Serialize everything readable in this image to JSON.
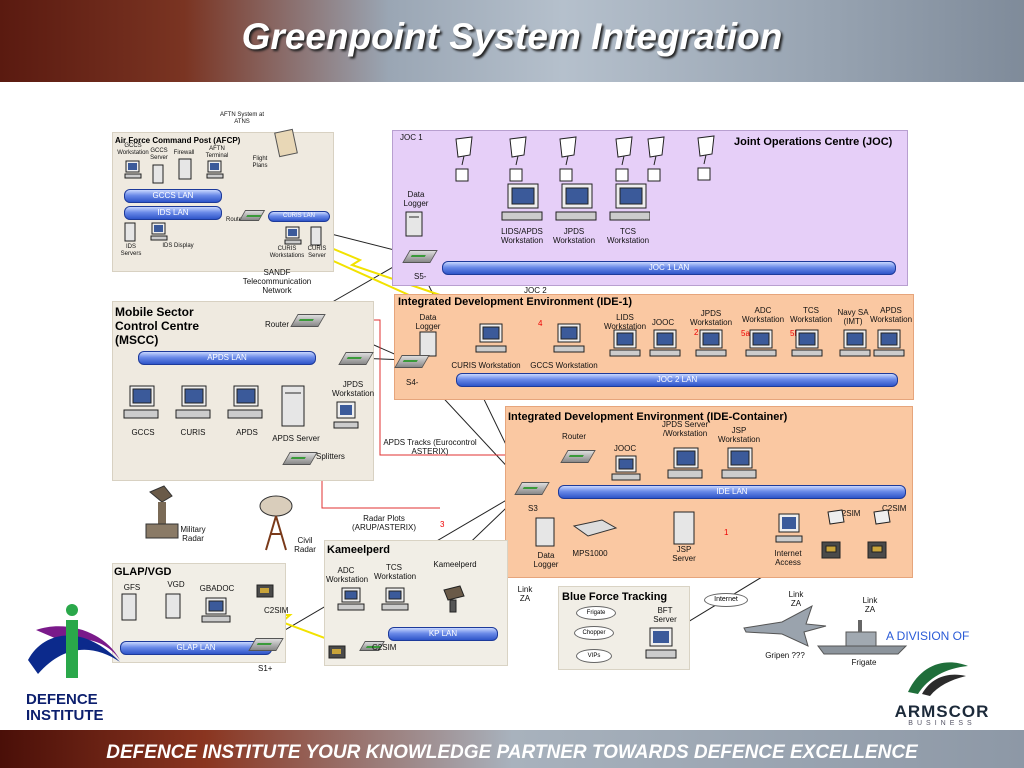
{
  "title": "Greenpoint System Integration",
  "footer": "DEFENCE INSTITUTE YOUR KNOWLEDGE PARTNER TOWARDS DEFENCE EXCELLENCE",
  "afcp": {
    "title": "Air Force Command Post (AFCP)",
    "aftn_top": "AFTN System at ATNS",
    "gccs_ws": "GCCS Workstation",
    "gccs_server": "GCCS Server",
    "firewall": "Firewall",
    "aftn_terminal": "AFTN Terminal",
    "flight_plans": "Flight Plans",
    "gccs_lan": "GCCS LAN",
    "ids_lan": "IDS LAN",
    "router": "Router",
    "curis_lan": "CURIS LAN",
    "ids_servers": "IDS Servers",
    "ids_display": "IDS Display",
    "curis_ws": "CURIS Workstations",
    "curis_server": "CURIS Server"
  },
  "sandf": "SANDF Telecommunication Network",
  "joc": {
    "title": "Joint Operations Centre (JOC)",
    "joc1": "JOC 1",
    "data_logger": "Data Logger",
    "lids": "LIDS/APDS Workstation",
    "jpds": "JPDS Workstation",
    "tcs": "TCS Workstation",
    "s5": "S5-",
    "lan": "JOC 1 LAN"
  },
  "ide1": {
    "joc2": "JOC 2",
    "title": "Integrated Development Environment (IDE-1)",
    "data_logger": "Data Logger",
    "curis_ws": "CURIS Workstation",
    "gccs_ws": "GCCS Workstation",
    "lids": "LIDS Workstation",
    "jooc": "JOOC",
    "jpds": "JPDS Workstation",
    "adc": "ADC Workstation",
    "tcs": "TCS Workstation",
    "navy": "Navy SA (IMT)",
    "apds": "APDS Workstation",
    "n4": "4",
    "n2": "2",
    "n5a": "5a",
    "n5b": "5b",
    "s4": "S4-",
    "lan": "JOC 2 LAN"
  },
  "mscc": {
    "title": "Mobile Sector Control Centre (MSCC)",
    "router": "Router",
    "lan": "APDS LAN",
    "jpds": "JPDS Workstation",
    "gccs": "GCCS",
    "curis": "CURIS",
    "apds": "APDS",
    "apds_server": "APDS Server",
    "splitters": "Splitters"
  },
  "apds_tracks": "APDS Tracks (Eurocontrol ASTERIX)",
  "radar_plots": "Radar Plots (ARUP/ASTERIX)",
  "n3": "3",
  "military_radar": "Military Radar",
  "civil_radar": "Civil Radar",
  "idec": {
    "title": "Integrated Development Environment (IDE-Container)",
    "router": "Router",
    "jpds_server": "JPDS Server /Workstation",
    "jsp_ws": "JSP Workstation",
    "jooc": "JOOC",
    "lan": "IDE LAN",
    "s3": "S3",
    "data_logger": "Data Logger",
    "mps": "MPS1000",
    "jsp_server": "JSP Server",
    "n1": "1",
    "internet_access": "Internet Access",
    "c2sim_a": "C2SIM",
    "c2sim_b": "C2SIM"
  },
  "glap": {
    "title": "GLAP/VGD",
    "gfs": "GFS",
    "vgd": "VGD",
    "gbadoc": "GBADOC",
    "c2sim": "C2SIM",
    "lan": "GLAP LAN",
    "s1": "S1+"
  },
  "kameel": {
    "title": "Kameelperd",
    "adc": "ADC Workstation",
    "tcs": "TCS Workstation",
    "kameelperd": "Kameelperd",
    "lan": "KP LAN",
    "c2sim": "C2SIM"
  },
  "link_za": "Link ZA",
  "bft": {
    "title": "Blue Force Tracking",
    "server": "BFT Server",
    "frigate": "Frigate",
    "chopper": "Chopper",
    "vips": "VIPs"
  },
  "internet": "Internet",
  "link_za_2": "Link ZA",
  "link_za_3": "Link ZA",
  "gripen": "Gripen ???",
  "frigate": "Frigate",
  "division": "A DIVISION OF",
  "defence_logo": "DEFENCE INSTITUTE",
  "armscor_logo": "ARMSCOR",
  "armscor_sub": "BUSINESS",
  "colors": {
    "joc_panel": "#e6cff8",
    "ide_panel": "#fac8a2",
    "afcp_panel": "#efeae0",
    "lan": "#2f55c9",
    "division": "#2a5bd7"
  }
}
